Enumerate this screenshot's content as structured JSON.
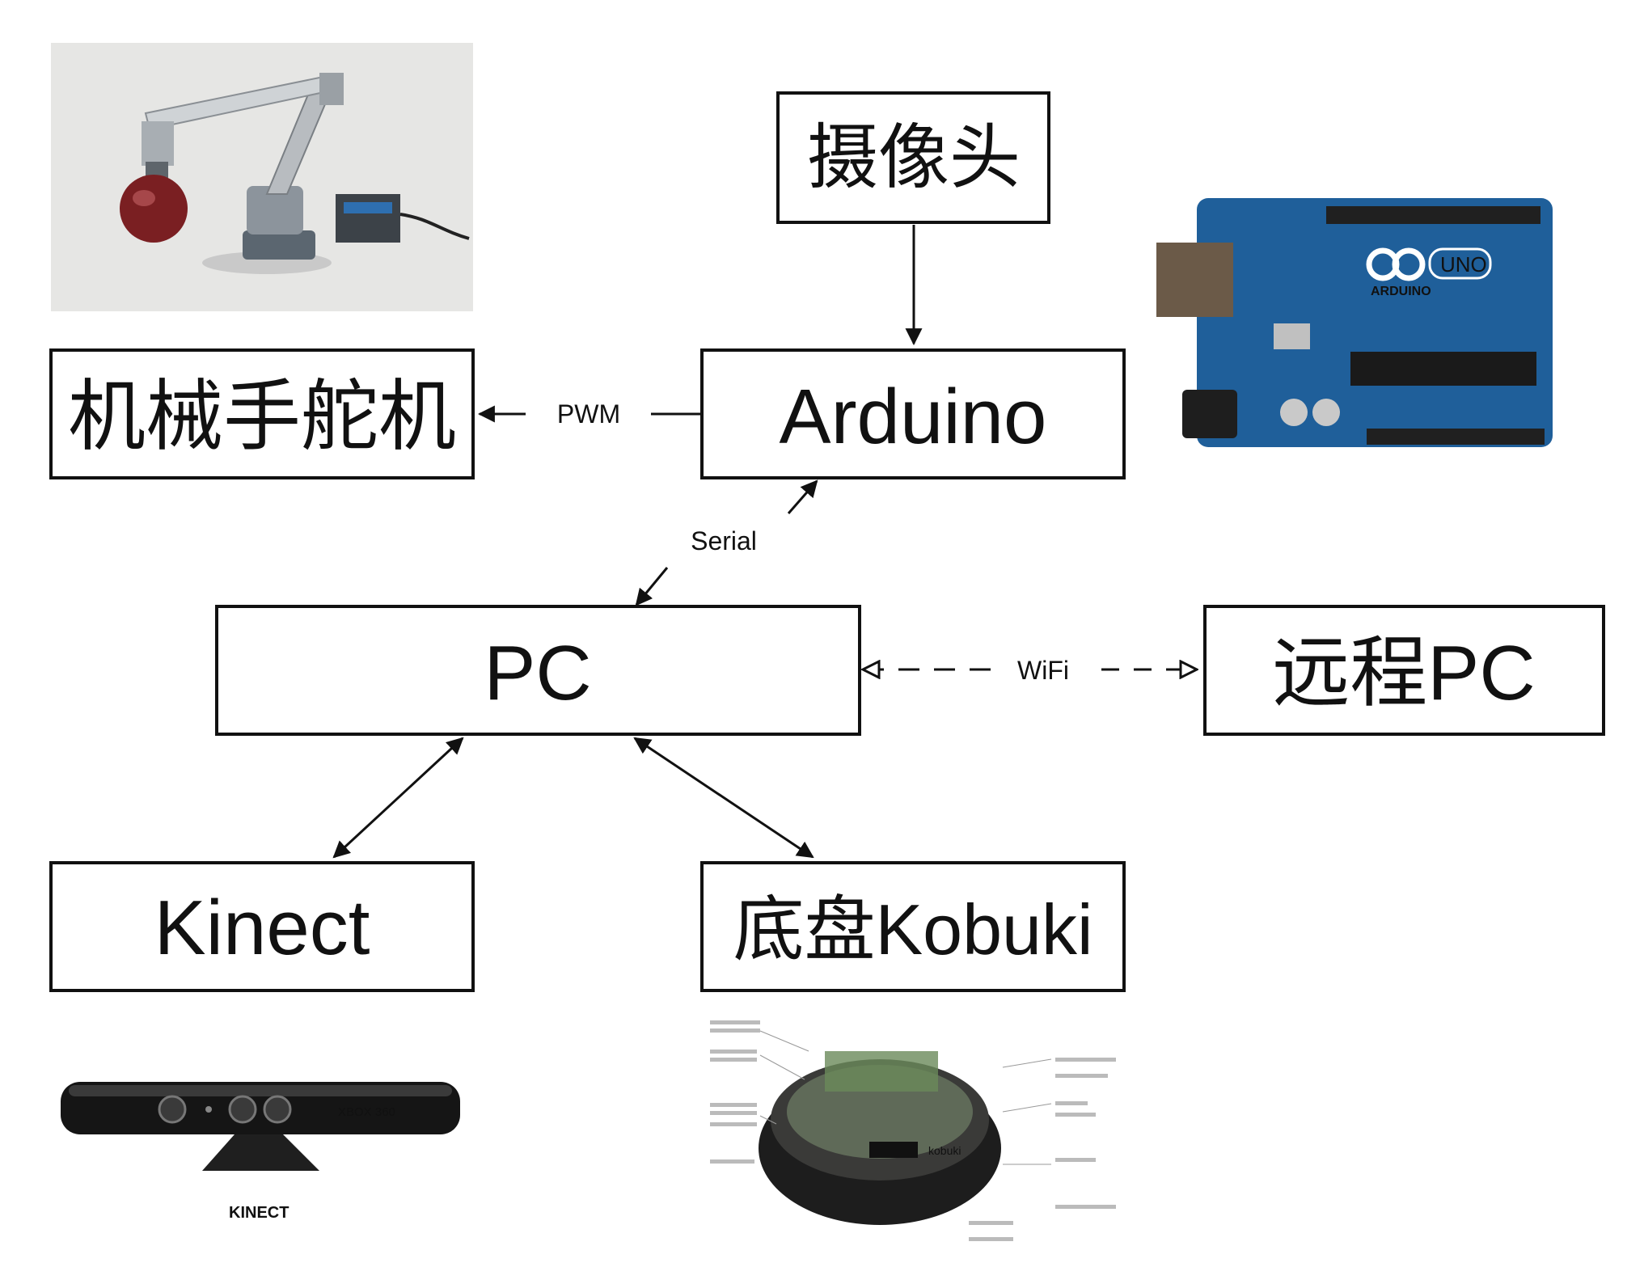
{
  "nodes": {
    "camera": {
      "label": "摄像头"
    },
    "arduino": {
      "label": "Arduino"
    },
    "servo": {
      "label": "机械手舵机"
    },
    "pc": {
      "label": "PC"
    },
    "remote_pc": {
      "label": "远程PC"
    },
    "kinect": {
      "label": "Kinect"
    },
    "chassis": {
      "label": "底盘Kobuki"
    }
  },
  "edges": {
    "pwm": {
      "label": "PWM"
    },
    "serial": {
      "label": "Serial"
    },
    "wifi": {
      "label": "WiFi"
    }
  },
  "images": {
    "robot_arm": "robot-arm-photo",
    "arduino_board": {
      "name": "arduino-uno-board",
      "brand_text": "UNO",
      "maker_text": "ARDUINO"
    },
    "kinect_sensor": {
      "name": "kinect-sensor-photo",
      "device_text": "XBOX 360",
      "logo_text": "KINECT"
    },
    "kobuki_base": {
      "name": "kobuki-base-photo",
      "logo_text": "kobuki"
    }
  },
  "colors": {
    "line": "#111111",
    "arduino_blue": "#1f5f9a"
  }
}
